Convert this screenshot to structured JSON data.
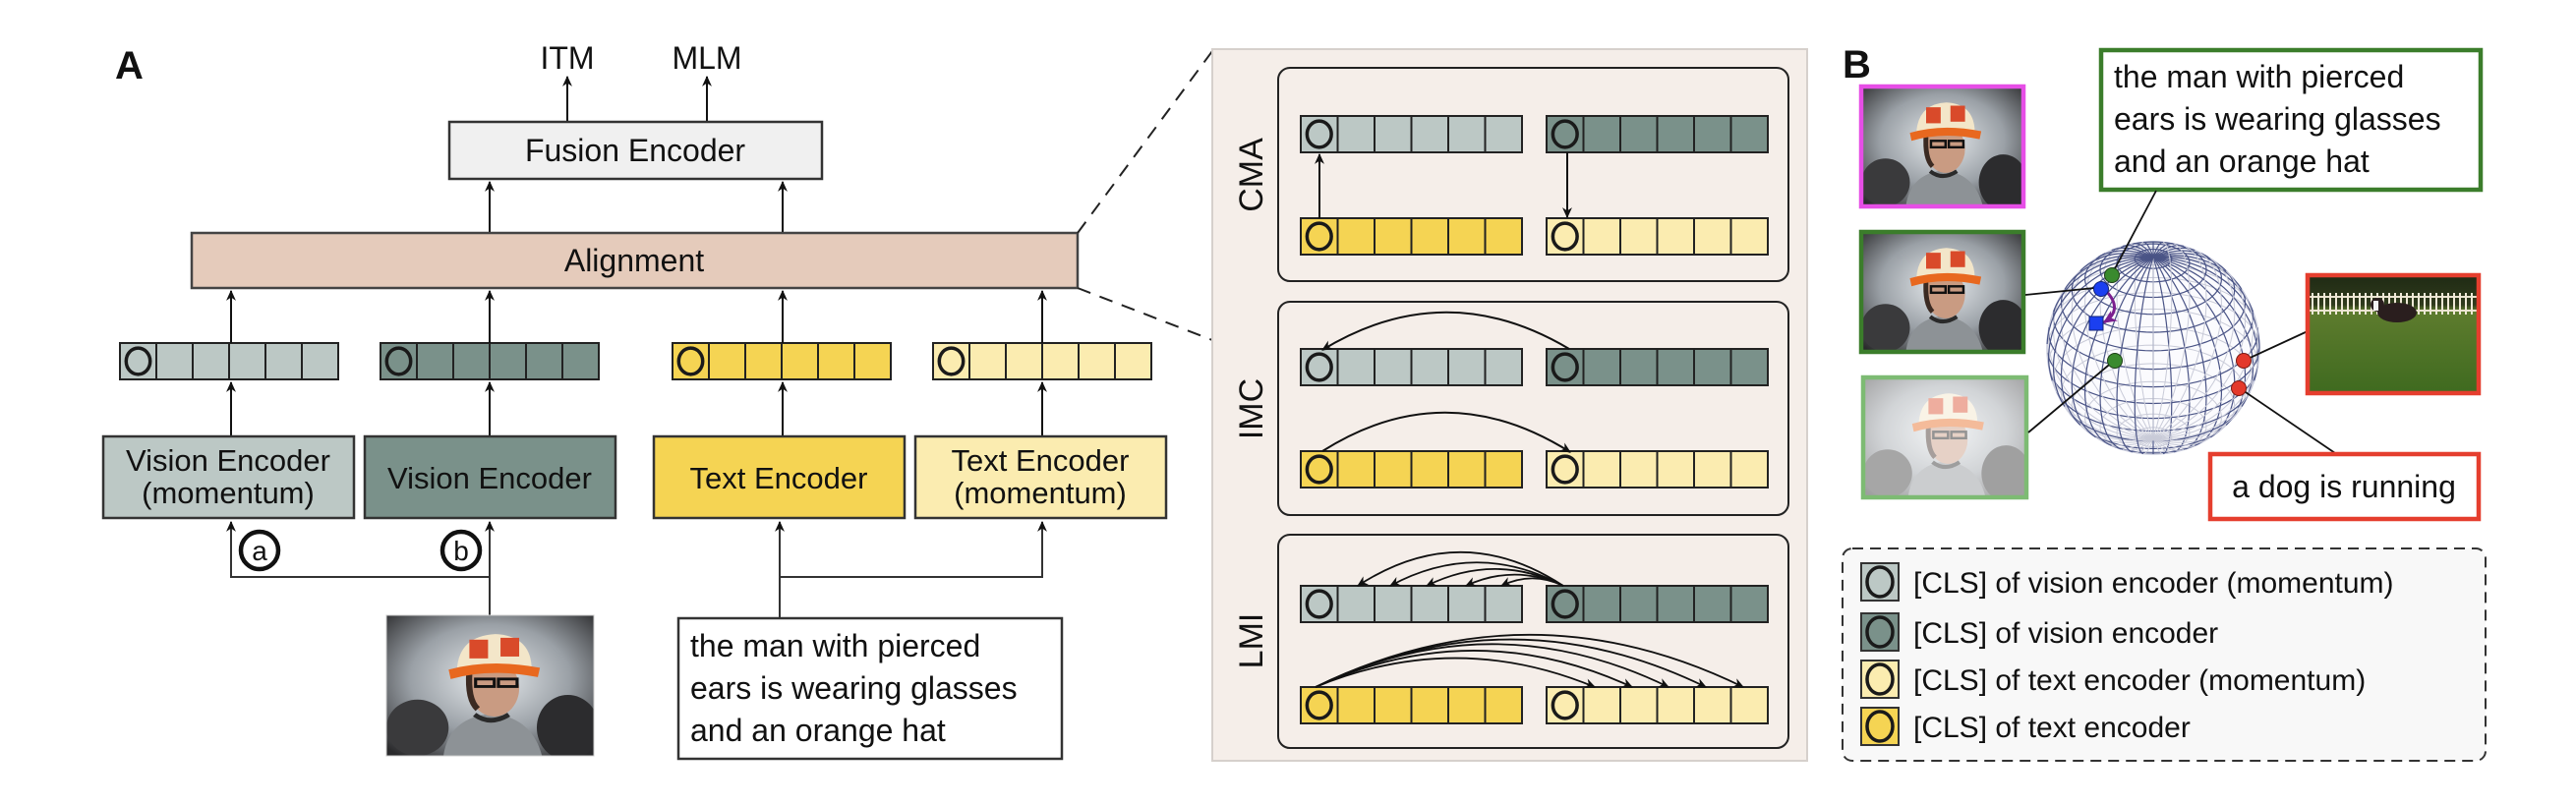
{
  "figure": {
    "panel_a": {
      "letter": "A",
      "outputs": [
        "ITM",
        "MLM"
      ],
      "fusion_encoder": "Fusion Encoder",
      "alignment": "Alignment",
      "encoders": [
        {
          "line1": "Vision Encoder",
          "line2": "(momentum)",
          "color": "#bcc8c5"
        },
        {
          "line1": "Vision Encoder",
          "line2": "",
          "color": "#7a918a"
        },
        {
          "line1": "Text Encoder",
          "line2": "",
          "color": "#f5d453"
        },
        {
          "line1": "Text Encoder",
          "line2": "(momentum)",
          "color": "#fbecb0"
        }
      ],
      "branch_markers": [
        "a",
        "b"
      ],
      "input_image": "photo of man wearing orange crocheted hat and glasses",
      "input_caption": [
        "the man with pierced",
        "ears is wearing glasses",
        "and an orange hat"
      ]
    },
    "zoom_panel": {
      "sections": [
        {
          "label": "CMA"
        },
        {
          "label": "IMC"
        },
        {
          "label": "LMI"
        }
      ]
    },
    "panel_b": {
      "letter": "B",
      "caption_positive": [
        "the man with pierced",
        "ears is wearing glasses",
        "and an orange hat"
      ],
      "caption_negative": "a dog is running",
      "image_borders": {
        "anchor": "#e64ee6",
        "positive": "#3b7d2b",
        "augmented": "#7dbb73",
        "negative": "#e53e2e"
      },
      "dot_colors": {
        "green": "#3a8a2e",
        "blue": "#1b3ff0",
        "red": "#e3392b",
        "arrow": "#7b1f8f"
      },
      "legend": [
        {
          "label": "[CLS] of vision encoder (momentum)",
          "color": "#bcc8c5"
        },
        {
          "label": "[CLS] of vision encoder",
          "color": "#7a918a"
        },
        {
          "label": "[CLS] of text encoder (momentum)",
          "color": "#fbecb0"
        },
        {
          "label": "[CLS] of text encoder",
          "color": "#f5d453"
        }
      ]
    },
    "colors": {
      "fusion": "#f0f0f0",
      "alignment": "#e5cbbb",
      "zoom_bg": "#f5eee9",
      "legend_bg": "#f8f8f8"
    }
  }
}
